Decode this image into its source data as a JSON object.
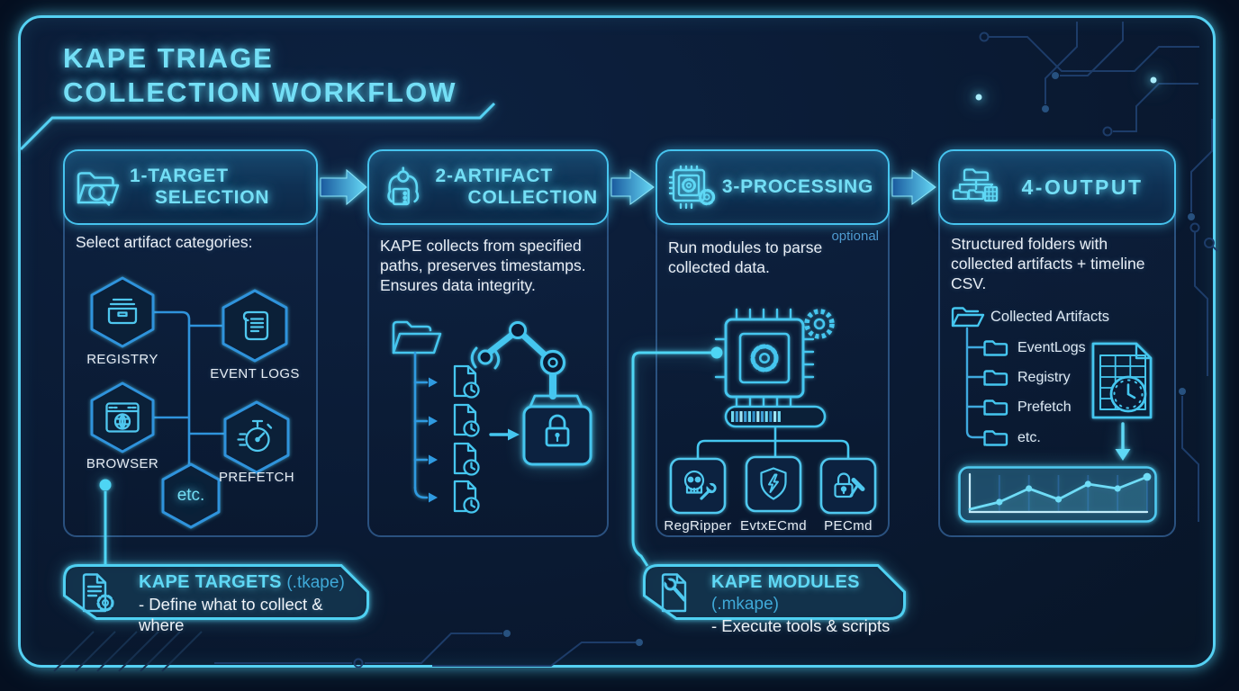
{
  "title": {
    "line1": "KAPE TRIAGE",
    "line2": "COLLECTION WORKFLOW"
  },
  "stages": [
    {
      "title_line1": "1-TARGET",
      "title_line2": "SELECTION",
      "icon": "folder-search-icon",
      "intro": "Select artifact categories:",
      "categories": [
        {
          "label": "REGISTRY",
          "icon": "archive-box-icon"
        },
        {
          "label": "EVENT LOGS",
          "icon": "log-scroll-icon"
        },
        {
          "label": "BROWSER",
          "icon": "browser-globe-icon"
        },
        {
          "label": "PREFETCH",
          "icon": "stopwatch-icon"
        },
        {
          "label": "etc.",
          "icon": "hexagon-badge"
        }
      ]
    },
    {
      "title_line1": "2-ARTIFACT",
      "title_line2": "COLLECTION",
      "icon": "grabber-claw-icon",
      "description": "KAPE collects from specified paths, preserves timestamps. Ensures data integrity."
    },
    {
      "title_line1": "3-PROCESSING",
      "title_line2": "",
      "icon": "chip-gears-icon",
      "optional_label": "optional",
      "description": "Run modules to parse collected data.",
      "tools": [
        {
          "label": "RegRipper",
          "icon": "skull-wrench-icon"
        },
        {
          "label": "EvtxECmd",
          "icon": "shield-bolt-icon"
        },
        {
          "label": "PECmd",
          "icon": "padlock-hammer-icon"
        }
      ]
    },
    {
      "title_line1": "4-OUTPUT",
      "title_line2": "",
      "icon": "folder-tree-icon",
      "description": "Structured folders with collected artifacts + timeline CSV.",
      "tree": {
        "root": "Collected Artifacts",
        "children": [
          "EventLogs",
          "Registry",
          "Prefetch",
          "etc."
        ]
      }
    }
  ],
  "callouts": {
    "targets": {
      "title": "KAPE TARGETS",
      "filetype": "(.tkape)",
      "description": "- Define what to collect & where",
      "icon": "document-gear-icon"
    },
    "modules": {
      "title": "KAPE MODULES",
      "filetype": "(.mkape)",
      "description": "- Execute tools & scripts",
      "icon": "document-wrench-icon"
    }
  },
  "colors": {
    "background": "#050f20",
    "panel": "#0a1a33",
    "accent": "#58d2f4",
    "accent_deep": "#2f93dc",
    "text": "#e9eff6",
    "muted": "#4f9bd0",
    "trace": "#1d3c69"
  },
  "chart_data": {
    "type": "line",
    "title": "Output timeline sparkline",
    "x": [
      0,
      1,
      2,
      3,
      4,
      5,
      6
    ],
    "values": [
      0.6,
      2.2,
      5.2,
      2.8,
      6.2,
      5.2,
      7.8
    ],
    "ylim": [
      0,
      8
    ],
    "grid": "vertical",
    "legend": "none"
  }
}
